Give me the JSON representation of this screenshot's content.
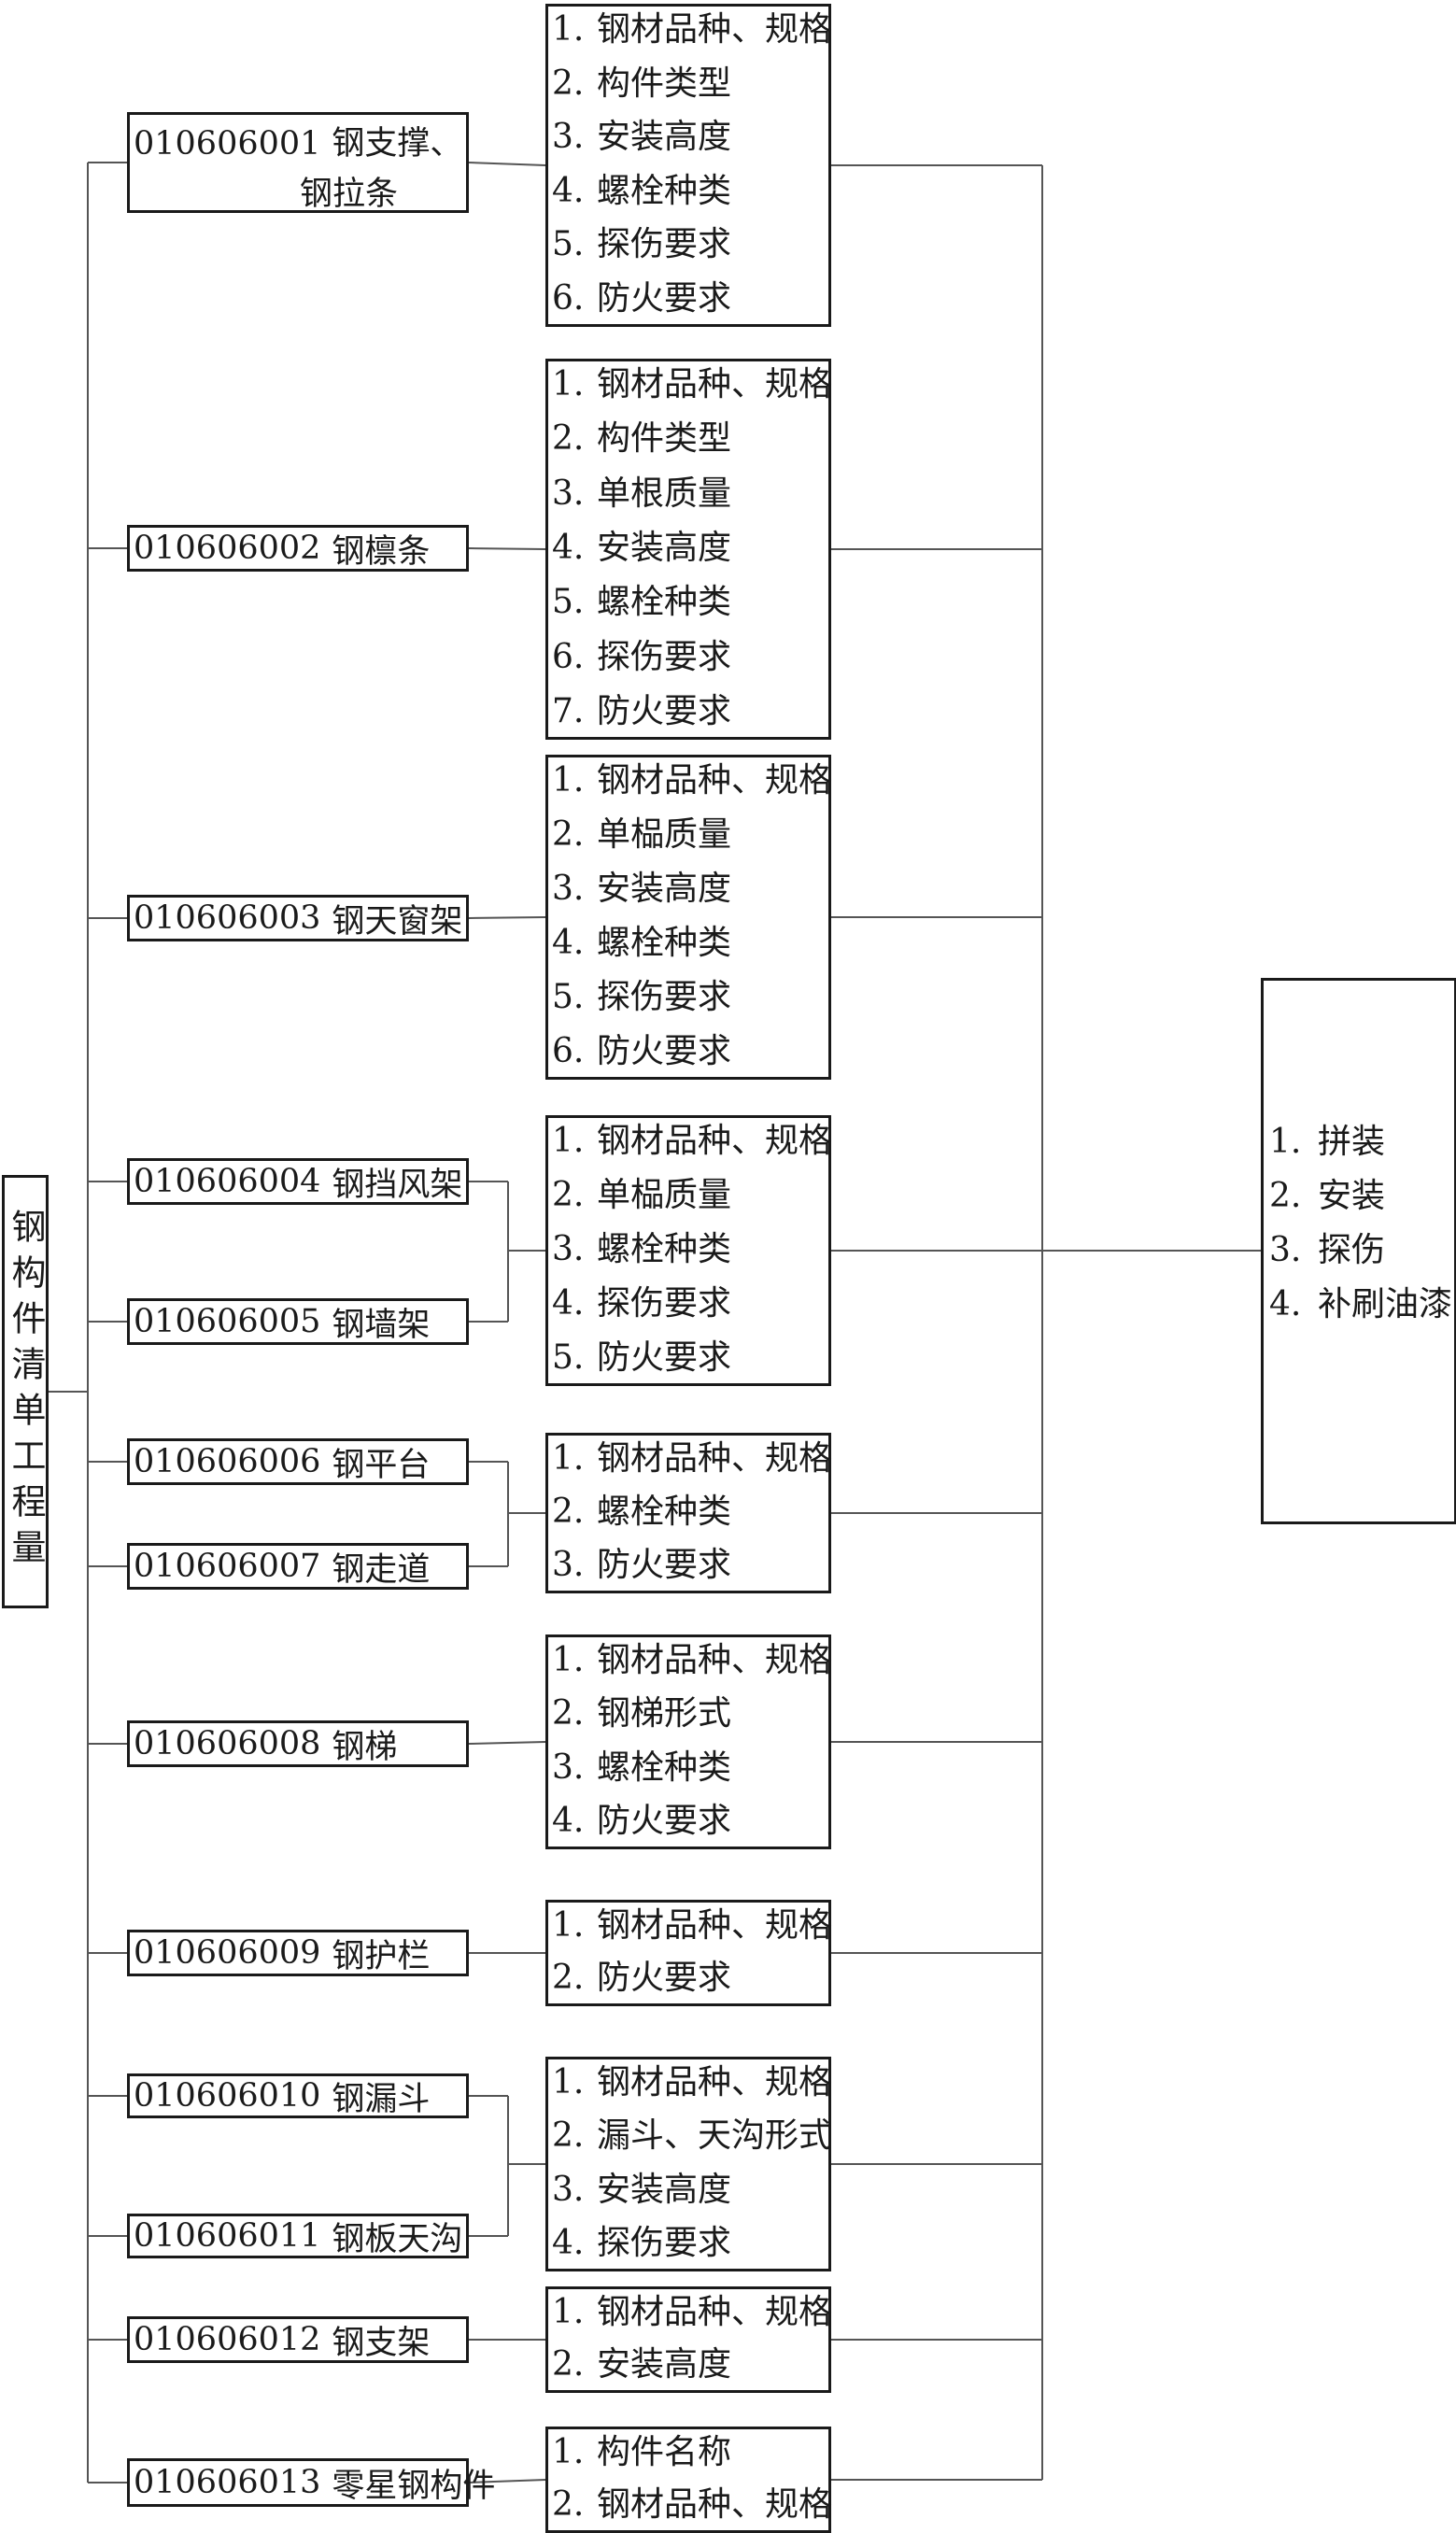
{
  "root": {
    "label": "钢构件清单工程量"
  },
  "groups": [
    {
      "items": [
        {
          "code": "010606001",
          "name": "钢支撑、",
          "name2": "钢拉条"
        }
      ],
      "attrs": [
        "钢材品种、规格",
        "构件类型",
        "安装高度",
        "螺栓种类",
        "探伤要求",
        "防火要求"
      ]
    },
    {
      "items": [
        {
          "code": "010606002",
          "name": "钢檩条"
        }
      ],
      "attrs": [
        "钢材品种、规格",
        "构件类型",
        "单根质量",
        "安装高度",
        "螺栓种类",
        "探伤要求",
        "防火要求"
      ]
    },
    {
      "items": [
        {
          "code": "010606003",
          "name": "钢天窗架"
        }
      ],
      "attrs": [
        "钢材品种、规格",
        "单榀质量",
        "安装高度",
        "螺栓种类",
        "探伤要求",
        "防火要求"
      ]
    },
    {
      "items": [
        {
          "code": "010606004",
          "name": "钢挡风架"
        },
        {
          "code": "010606005",
          "name": "钢墙架"
        }
      ],
      "attrs": [
        "钢材品种、规格",
        "单榀质量",
        "螺栓种类",
        "探伤要求",
        "防火要求"
      ]
    },
    {
      "items": [
        {
          "code": "010606006",
          "name": "钢平台"
        },
        {
          "code": "010606007",
          "name": "钢走道"
        }
      ],
      "attrs": [
        "钢材品种、规格",
        "螺栓种类",
        "防火要求"
      ]
    },
    {
      "items": [
        {
          "code": "010606008",
          "name": "钢梯"
        }
      ],
      "attrs": [
        "钢材品种、规格",
        "钢梯形式",
        "螺栓种类",
        "防火要求"
      ]
    },
    {
      "items": [
        {
          "code": "010606009",
          "name": "钢护栏"
        }
      ],
      "attrs": [
        "钢材品种、规格",
        "防火要求"
      ]
    },
    {
      "items": [
        {
          "code": "010606010",
          "name": "钢漏斗"
        },
        {
          "code": "010606011",
          "name": "钢板天沟"
        }
      ],
      "attrs": [
        "钢材品种、规格",
        "漏斗、天沟形式",
        "安装高度",
        "探伤要求"
      ]
    },
    {
      "items": [
        {
          "code": "010606012",
          "name": "钢支架"
        }
      ],
      "attrs": [
        "钢材品种、规格",
        "安装高度"
      ]
    },
    {
      "items": [
        {
          "code": "010606013",
          "name": "零星钢构件"
        }
      ],
      "attrs": [
        "构件名称",
        "钢材品种、规格"
      ]
    }
  ],
  "work": [
    "拼装",
    "安装",
    "探伤",
    "补刷油漆"
  ]
}
